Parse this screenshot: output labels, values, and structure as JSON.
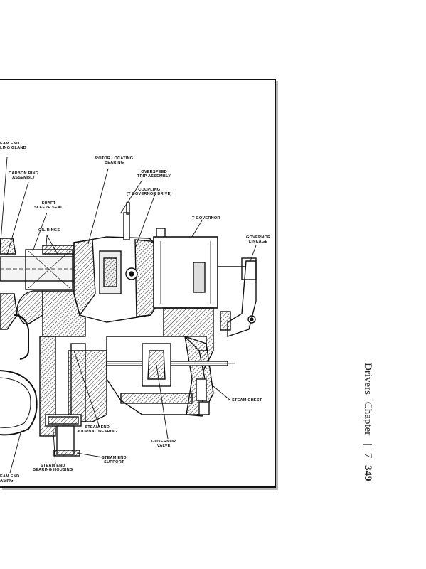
{
  "running_header": {
    "section": "Drivers",
    "chapter_label": "Chapter",
    "separator": "|",
    "chapter_number": "7",
    "page_number": "349"
  },
  "figure_labels": {
    "steam_end_packing_gland": [
      "EAM END",
      "LING GLAND"
    ],
    "carbon_ring_assembly": [
      "CARBON RING",
      "ASSEMBLY"
    ],
    "shaft_sleeve_seal": [
      "SHAFT",
      "SLEEVE SEAL"
    ],
    "oil_rings": [
      "OIL RINGS"
    ],
    "rotor_locating_bearing": [
      "ROTOR LOCATING",
      "BEARING"
    ],
    "overspeed_trip_assembly": [
      "OVERSPEED",
      "TRIP ASSEMBLY"
    ],
    "coupling": [
      "COUPLING",
      "(T GOVERNOR DRIVE)"
    ],
    "t_governor": [
      "T GOVERNOR"
    ],
    "governor_linkage": [
      "GOVERNOR",
      "LINKAGE"
    ],
    "steam_chest": [
      "STEAM CHEST"
    ],
    "steam_end_journal_bearing": [
      "STEAM END",
      "JOURNAL BEARING"
    ],
    "governor_valve": [
      "GOVERNOR",
      "VALVE"
    ],
    "steam_end_support": [
      "STEAM END",
      "SUPPORT"
    ],
    "steam_end_bearing_housing": [
      "STEAM END",
      "BEARING HOUSING"
    ],
    "steam_end_casing": [
      "EAM END",
      "ASING"
    ]
  }
}
